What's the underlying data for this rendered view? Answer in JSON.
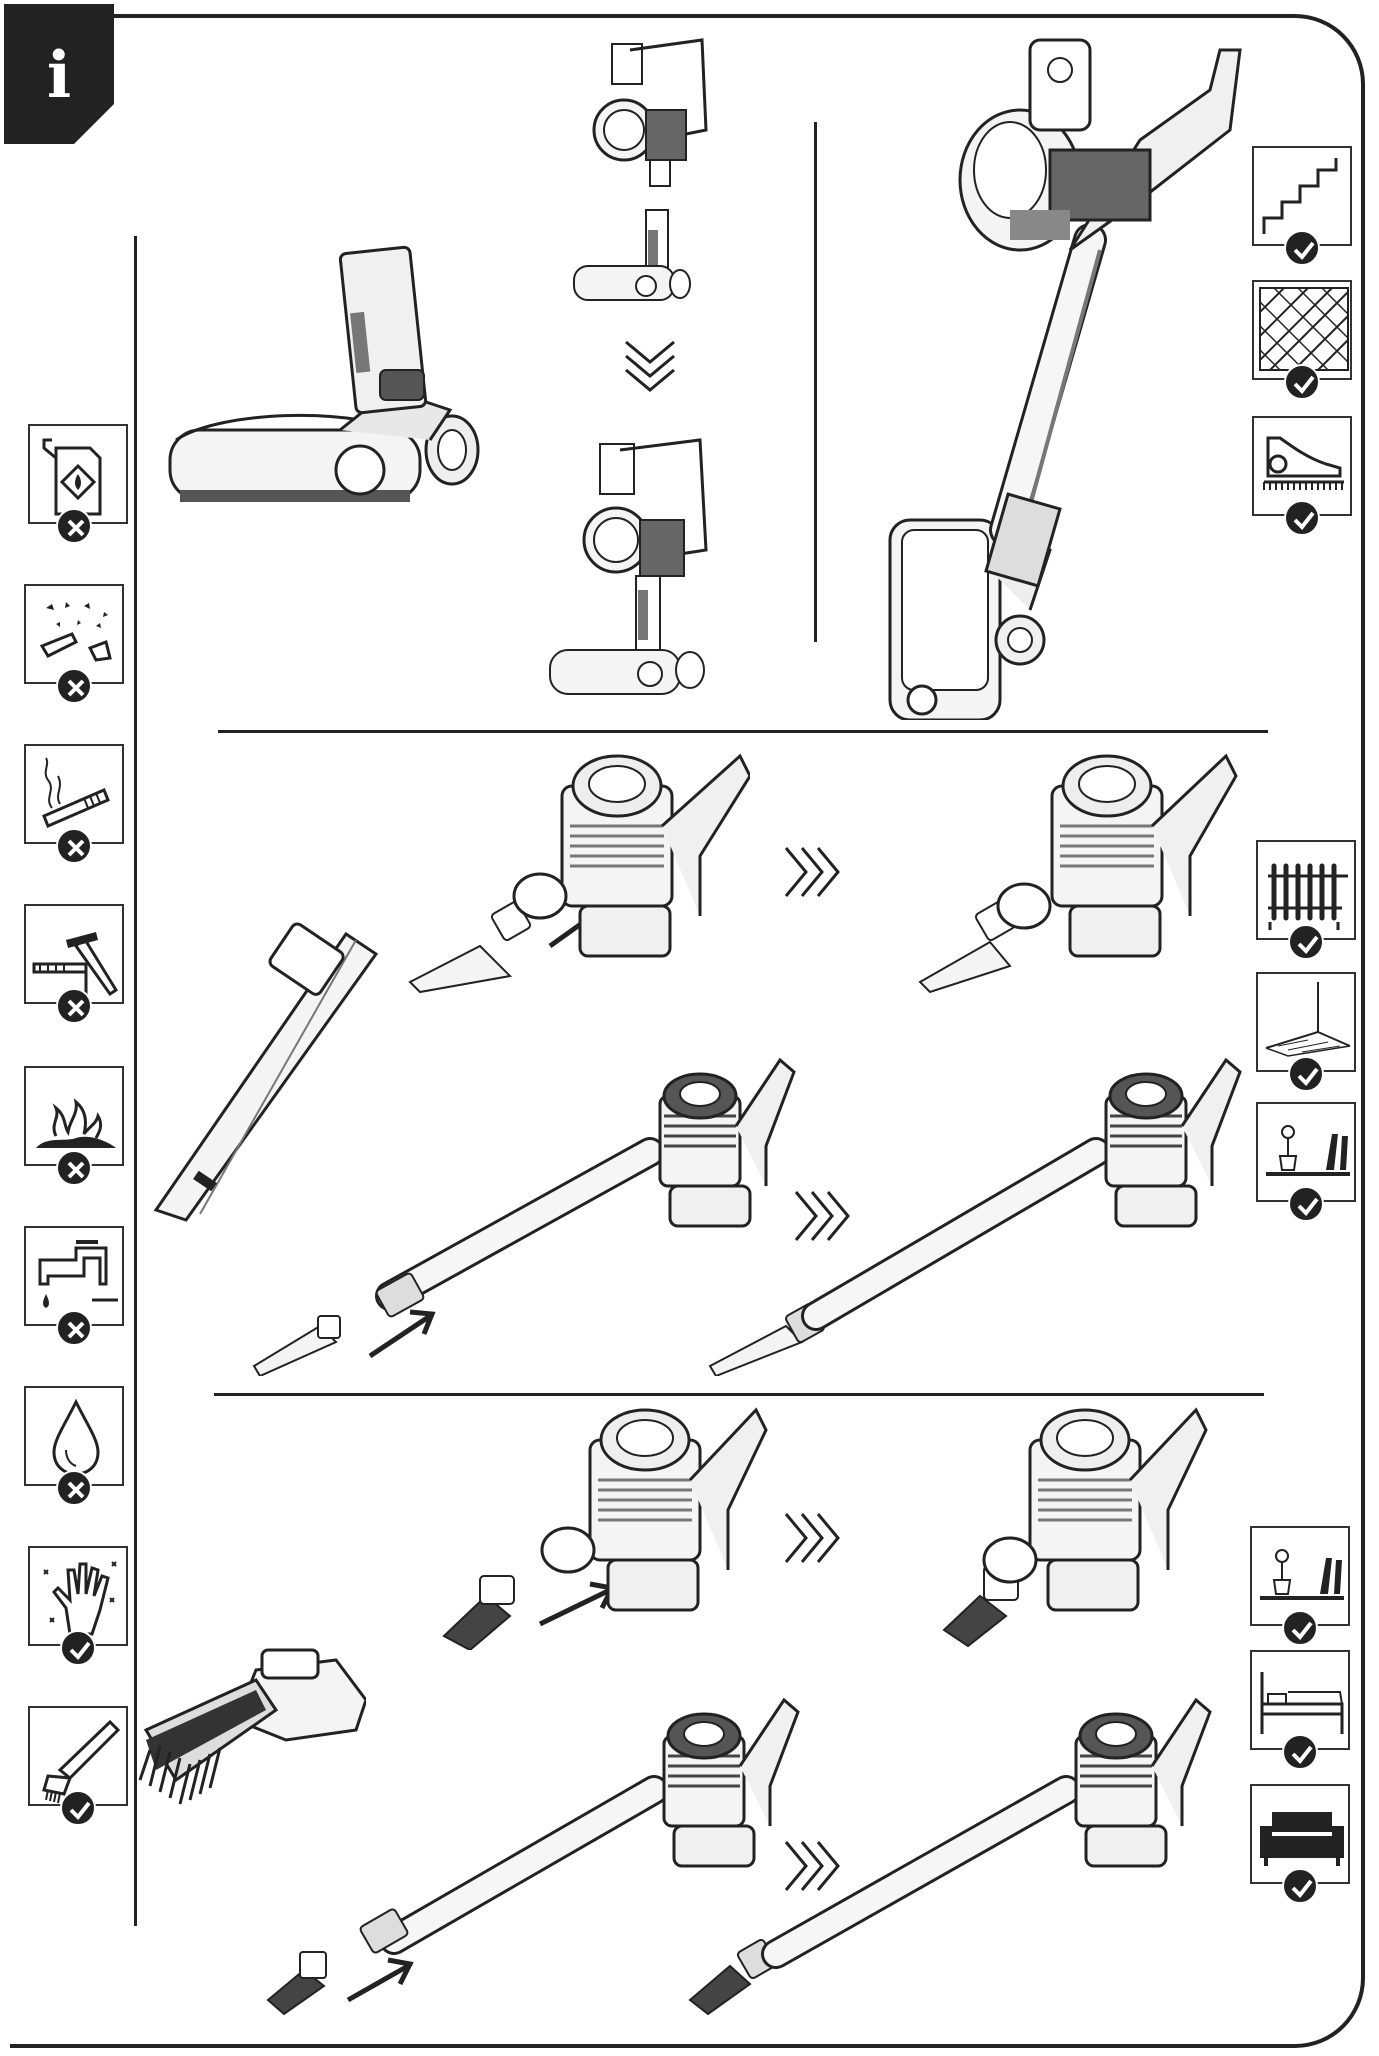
{
  "info_badge": {
    "letter": "i",
    "icon": "info-icon"
  },
  "left_column_icons": [
    {
      "name": "flammable-liquid-icon",
      "status": "not-allowed"
    },
    {
      "name": "broken-glass-icon",
      "status": "not-allowed"
    },
    {
      "name": "cigarette-icon",
      "status": "not-allowed"
    },
    {
      "name": "sharp-objects-icon",
      "status": "not-allowed"
    },
    {
      "name": "hot-ashes-icon",
      "status": "not-allowed"
    },
    {
      "name": "water-tap-icon",
      "status": "not-allowed"
    },
    {
      "name": "liquid-drop-icon",
      "status": "not-allowed"
    },
    {
      "name": "hands-dust-icon",
      "status": "allowed"
    },
    {
      "name": "brush-icon",
      "status": "allowed"
    }
  ],
  "right_column_icons": [
    {
      "name": "stairs-icon",
      "status": "allowed"
    },
    {
      "name": "parquet-floor-icon",
      "status": "allowed"
    },
    {
      "name": "carpet-icon",
      "status": "allowed"
    },
    {
      "name": "radiator-icon",
      "status": "allowed"
    },
    {
      "name": "room-corner-icon",
      "status": "allowed"
    },
    {
      "name": "shelf-icon",
      "status": "allowed"
    },
    {
      "name": "shelf-plant-icon",
      "status": "allowed"
    },
    {
      "name": "bed-icon",
      "status": "allowed"
    },
    {
      "name": "sofa-icon",
      "status": "allowed"
    }
  ],
  "sections": [
    {
      "name": "floor-brush-section",
      "steps": [
        "floor-brush",
        "attach-to-vacuum",
        "assembled-stick-vacuum"
      ]
    },
    {
      "name": "crevice-tool-section",
      "steps": [
        "crevice-tool",
        "attach-handheld",
        "attach-with-tube"
      ]
    },
    {
      "name": "dusting-brush-section",
      "steps": [
        "dusting-brush",
        "attach-handheld",
        "attach-with-tube"
      ]
    }
  ],
  "colors": {
    "line": "#222222",
    "badge": "#222222",
    "background": "#ffffff"
  }
}
